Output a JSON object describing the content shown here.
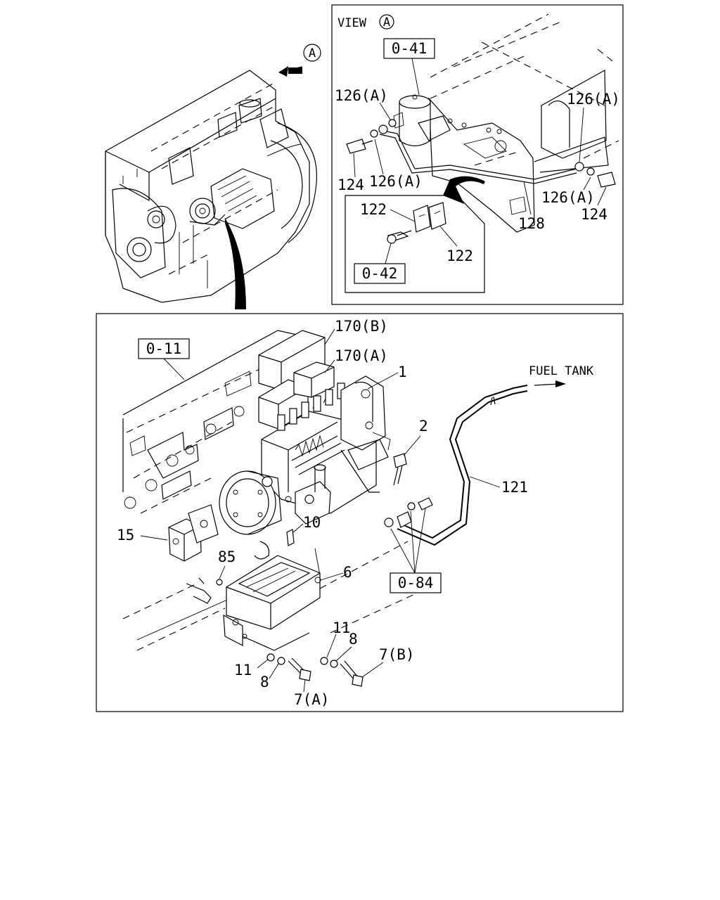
{
  "view_a": {
    "marker": "A",
    "view_prefix": "VIEW",
    "view_letter": "A"
  },
  "view_a_labels": {
    "ref_0_41": "0-41",
    "ref_0_42": "0-42",
    "l126a_1": "126(A)",
    "l126a_2": "126(A)",
    "l126a_3": "126(A)",
    "l126a_4": "126(A)",
    "l124_1": "124",
    "l124_2": "124",
    "l128": "128",
    "l122_1": "122",
    "l122_2": "122"
  },
  "main_labels": {
    "ref_0_11": "0-11",
    "ref_0_84": "0-84",
    "l170b": "170(B)",
    "l170a": "170(A)",
    "l1": "1",
    "l2": "2",
    "l121": "121",
    "l10": "10",
    "l15": "15",
    "l85": "85",
    "l6": "6",
    "l11_1": "11",
    "l11_2": "11",
    "l8_1": "8",
    "l8_2": "8",
    "l7a": "7(A)",
    "l7b": "7(B)",
    "fuel_tank": "FUEL TANK"
  }
}
